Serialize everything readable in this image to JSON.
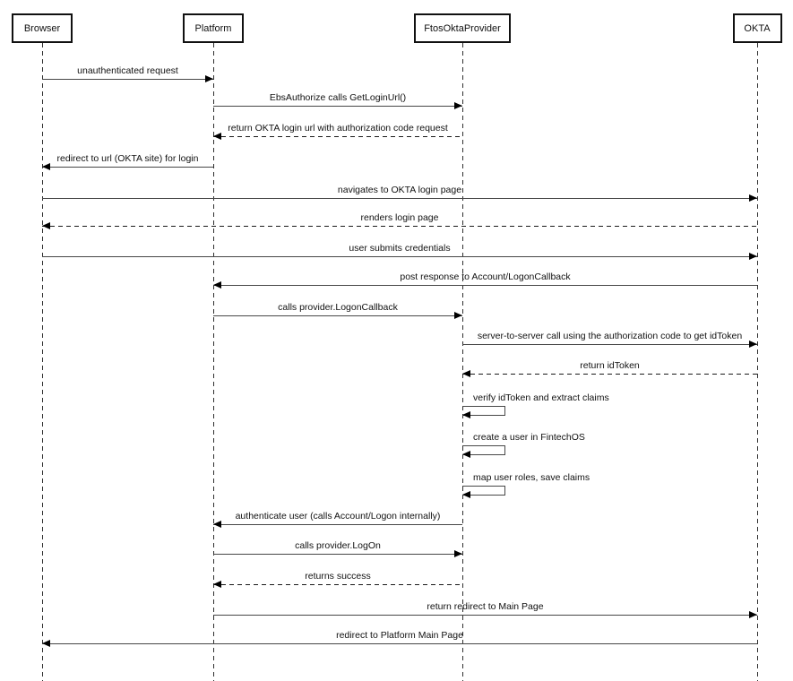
{
  "diagram": {
    "kind": "uml-sequence-diagram",
    "colors": {
      "background": "#ffffff",
      "box_border": "#111111",
      "solid_line": "#474747",
      "dashed_line": "#1a1a1a",
      "arrowhead": "#000000",
      "text": "#111111"
    },
    "actors": [
      {
        "id": "browser",
        "label": "Browser"
      },
      {
        "id": "platform",
        "label": "Platform"
      },
      {
        "id": "ftos",
        "label": "FtosOktaProvider"
      },
      {
        "id": "okta",
        "label": "OKTA"
      }
    ],
    "messages": [
      {
        "label": "unauthenticated request",
        "from": "browser",
        "to": "platform",
        "style": "solid"
      },
      {
        "label": "EbsAuthorize calls GetLoginUrl()",
        "from": "platform",
        "to": "ftos",
        "style": "solid"
      },
      {
        "label": "return OKTA login url with authorization code request",
        "from": "ftos",
        "to": "platform",
        "style": "dashed"
      },
      {
        "label": "redirect to url (OKTA site) for login",
        "from": "platform",
        "to": "browser",
        "style": "solid"
      },
      {
        "label": "navigates to OKTA login page",
        "from": "browser",
        "to": "okta",
        "style": "solid"
      },
      {
        "label": "renders login page",
        "from": "okta",
        "to": "browser",
        "style": "dashed"
      },
      {
        "label": "user submits credentials",
        "from": "browser",
        "to": "okta",
        "style": "solid"
      },
      {
        "label": "post response to Account/LogonCallback",
        "from": "okta",
        "to": "platform",
        "style": "solid"
      },
      {
        "label": "calls provider.LogonCallback",
        "from": "platform",
        "to": "ftos",
        "style": "solid"
      },
      {
        "label": "server-to-server call using the authorization code to get idToken",
        "from": "ftos",
        "to": "okta",
        "style": "solid"
      },
      {
        "label": "return idToken",
        "from": "okta",
        "to": "ftos",
        "style": "dashed"
      },
      {
        "label": "verify idToken and extract claims",
        "from": "ftos",
        "to": "ftos",
        "style": "solid"
      },
      {
        "label": "create a user in FintechOS",
        "from": "ftos",
        "to": "ftos",
        "style": "solid"
      },
      {
        "label": "map user roles, save claims",
        "from": "ftos",
        "to": "ftos",
        "style": "solid"
      },
      {
        "label": "authenticate user (calls Account/Logon internally)",
        "from": "ftos",
        "to": "platform",
        "style": "solid"
      },
      {
        "label": "calls provider.LogOn",
        "from": "platform",
        "to": "ftos",
        "style": "solid"
      },
      {
        "label": "returns success",
        "from": "ftos",
        "to": "platform",
        "style": "dashed"
      },
      {
        "label": "return redirect to Main Page",
        "from": "platform",
        "to": "okta",
        "style": "solid"
      },
      {
        "label": "redirect to Platform Main Page",
        "from": "okta",
        "to": "browser",
        "style": "solid"
      }
    ]
  }
}
